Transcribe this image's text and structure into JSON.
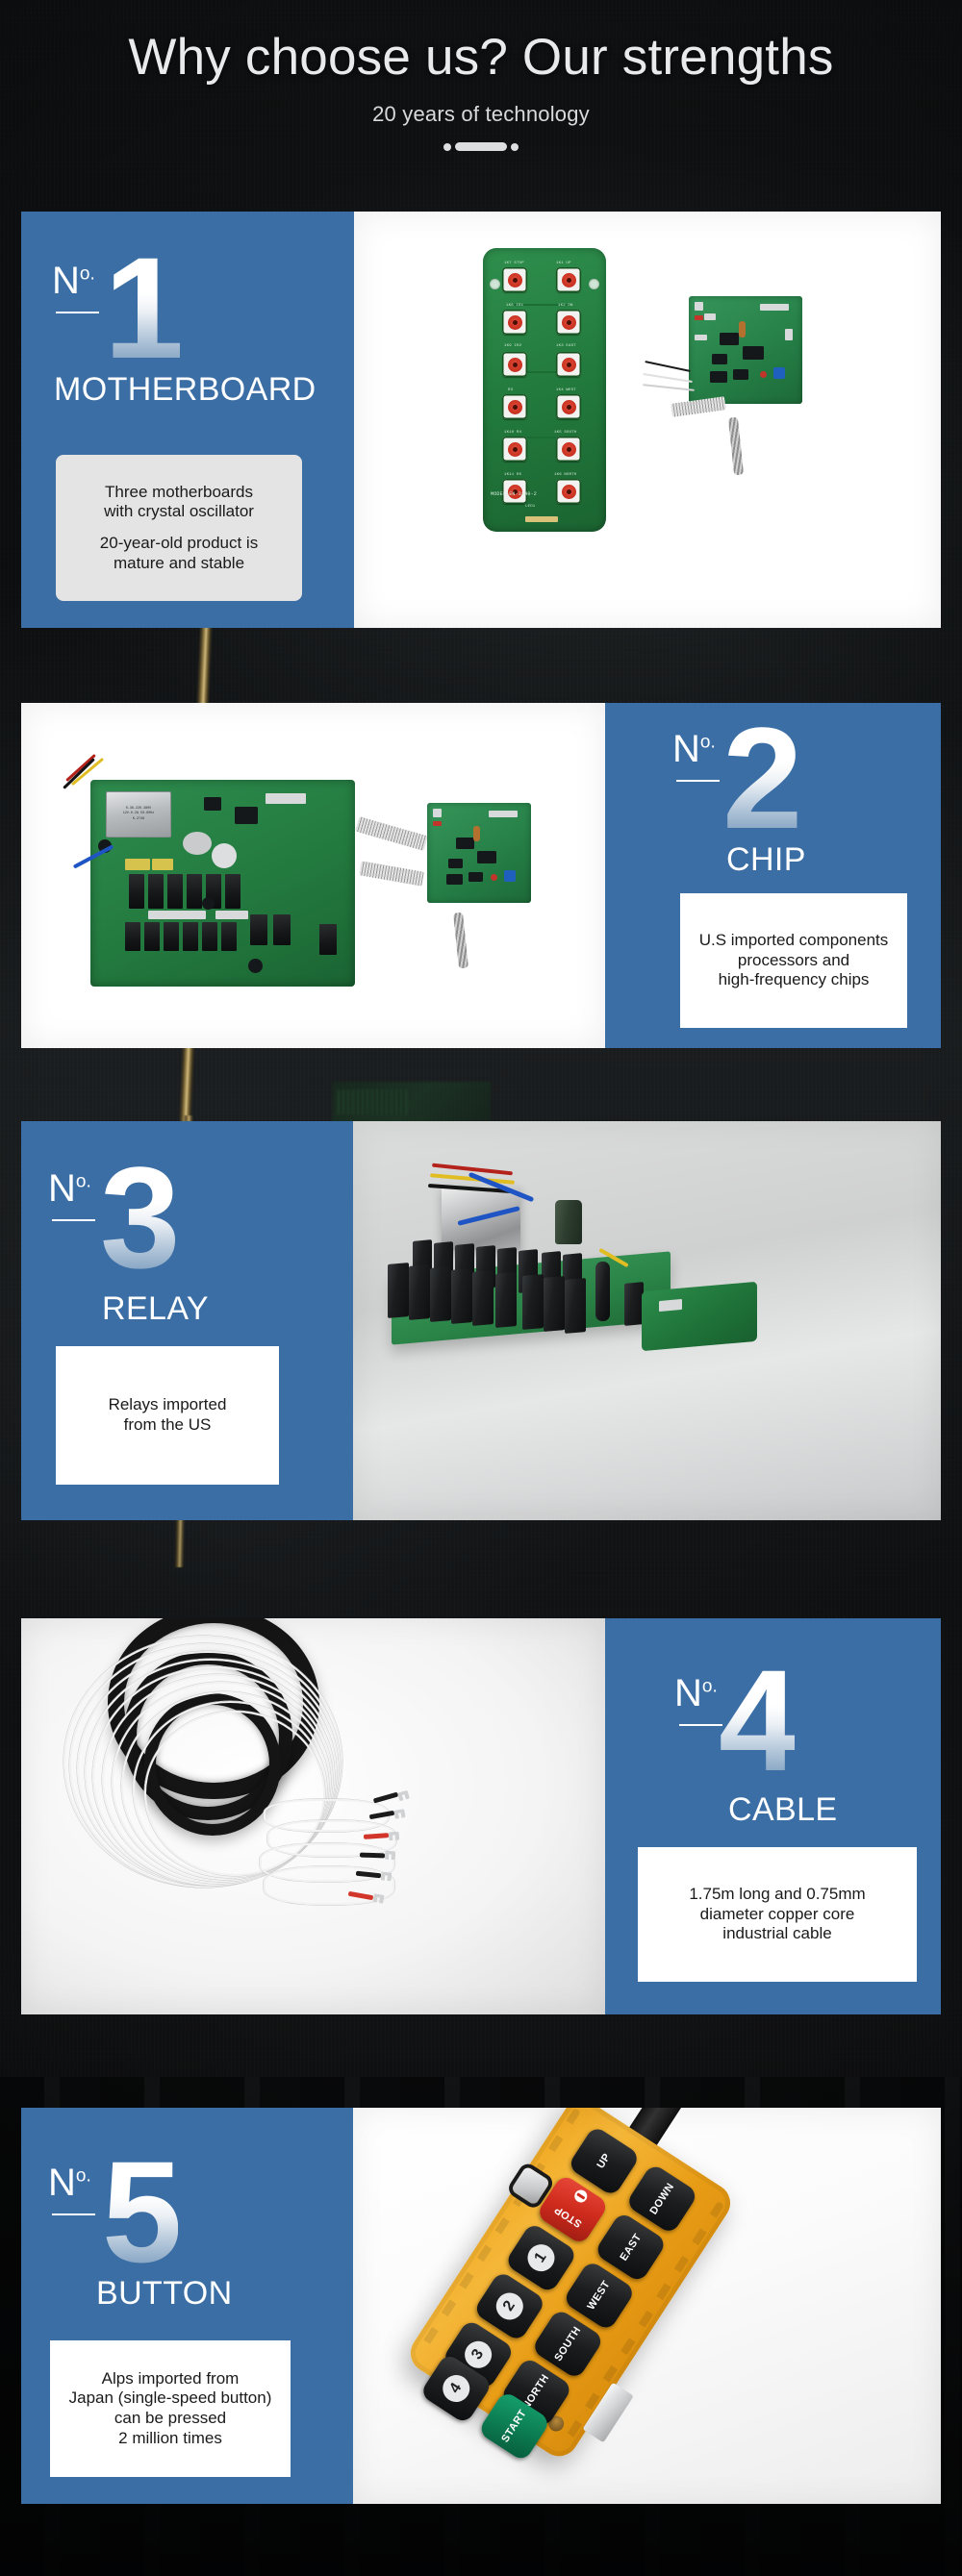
{
  "header": {
    "title": "Why choose us? Our strengths",
    "subtitle": "20 years of technology",
    "divider_icon": "dot-bar-dot-divider"
  },
  "theme": {
    "accent_blue": "#3b6ea5",
    "background_dark": "#121416",
    "note_white": "#ffffff",
    "note_grey": "#e4e4e4",
    "text_white": "#ffffff"
  },
  "sections": [
    {
      "no_label": "N",
      "no_sup": "o.",
      "number": "1",
      "category": "MOTHERBOARD",
      "note_lines": [
        "Three motherboards",
        "with crystal oscillator",
        "20-year-old product is",
        "mature and stable"
      ],
      "note_style": "grey-rounded",
      "layout": "blue-left",
      "photo": {
        "name": "motherboard-keypad-and-receiver-photo",
        "board_model": "MODEL:EN-3340-2",
        "key_labels": [
          "1K7 STOP",
          "1K1 UP",
          "1K8 IR1",
          "1K2 DN",
          "1K9 IR2",
          "1K3 EAST",
          "1K5 R3",
          "1K4 WEST",
          "1K10 R4",
          "1K5 SOUTH",
          "1K11 R5",
          "1K6 NORTH"
        ],
        "led_label": "LED1"
      }
    },
    {
      "no_label": "N",
      "no_sup": "o.",
      "number": "2",
      "category": "CHIP",
      "note_lines": [
        "U.S imported components",
        "processors and",
        "high-frequency chips"
      ],
      "note_style": "white-square",
      "layout": "blue-right",
      "photo": {
        "name": "main-control-board-and-receiver-photo",
        "transformer_label_1": "0-36-220-380V",
        "transformer_label_2": "12V-0.2A 50-60Hz",
        "transformer_label_3": "K-2748"
      }
    },
    {
      "no_label": "N",
      "no_sup": "o.",
      "number": "3",
      "category": "RELAY",
      "note_lines": [
        "Relays imported",
        "from the US"
      ],
      "note_style": "white-square",
      "layout": "blue-left",
      "photo": {
        "name": "relay-closeup-photo"
      }
    },
    {
      "no_label": "N",
      "no_sup": "o.",
      "number": "4",
      "category": "CABLE",
      "note_lines": [
        "1.75m long and 0.75mm",
        "diameter copper core",
        "industrial cable"
      ],
      "note_style": "white-square",
      "layout": "blue-right",
      "photo": {
        "name": "coiled-cable-with-fork-terminals-photo"
      }
    },
    {
      "no_label": "N",
      "no_sup": "o.",
      "number": "5",
      "category": "BUTTON",
      "note_lines": [
        "Alps imported from",
        "Japan (single-speed button)",
        "can be pressed",
        "2 million times"
      ],
      "note_style": "white-square",
      "layout": "blue-left",
      "photo": {
        "name": "yellow-crane-remote-control-photo",
        "buttons": [
          {
            "label": "UP",
            "kind": "arrow"
          },
          {
            "label": "DOWN",
            "kind": "arrow"
          },
          {
            "label": "EAST",
            "kind": "arrow"
          },
          {
            "label": "WEST",
            "kind": "arrow"
          },
          {
            "label": "SOUTH",
            "kind": "arrow"
          },
          {
            "label": "NORTH",
            "kind": "arrow"
          },
          {
            "label": "STOP",
            "kind": "stop"
          },
          {
            "label": "START",
            "kind": "start"
          },
          {
            "label": "1",
            "kind": "number"
          },
          {
            "label": "2",
            "kind": "number"
          },
          {
            "label": "3",
            "kind": "number"
          },
          {
            "label": "4",
            "kind": "number"
          }
        ]
      }
    }
  ]
}
